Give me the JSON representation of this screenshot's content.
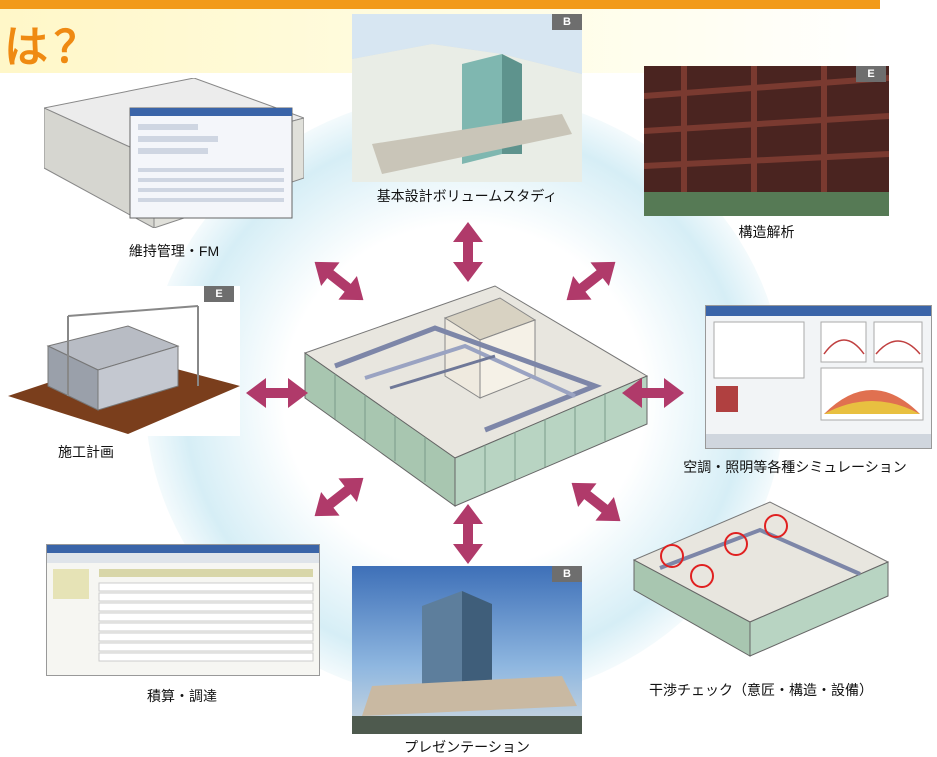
{
  "header": {
    "title": "は？"
  },
  "hub": {
    "name": "center-model"
  },
  "nodes": [
    {
      "id": "volume",
      "label": "基本設計ボリュームスタディ",
      "badge": "B"
    },
    {
      "id": "structure",
      "label": "構造解析",
      "badge": "E"
    },
    {
      "id": "simulation",
      "label": "空調・照明等各種シミュレーション",
      "badge": ""
    },
    {
      "id": "clash",
      "label": "干渉チェック（意匠・構造・設備）",
      "badge": ""
    },
    {
      "id": "presentation",
      "label": "プレゼンテーション",
      "badge": "B"
    },
    {
      "id": "estimate",
      "label": "積算・調達",
      "badge": ""
    },
    {
      "id": "construction",
      "label": "施工計画",
      "badge": "E"
    },
    {
      "id": "fm",
      "label": "維持管理・FM",
      "badge": ""
    }
  ],
  "colors": {
    "accent_orange": "#f29a1a",
    "title_orange": "#ef8a12",
    "arrow": "#b03a6a",
    "halo": "#d6eef6",
    "badge": "#6e6e6e"
  }
}
